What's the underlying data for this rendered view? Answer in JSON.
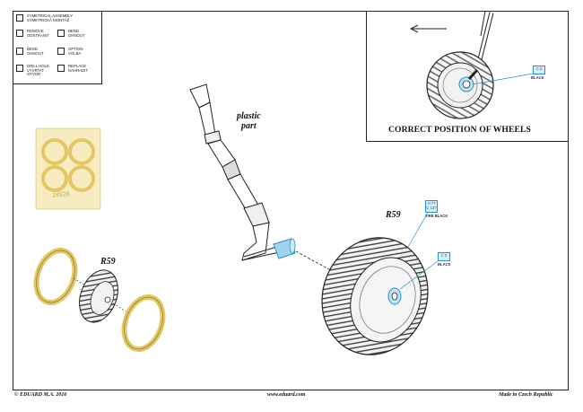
{
  "legend": {
    "items": [
      {
        "label_a": "SYMETRICAL ASSEMBLY",
        "label_b": "SYMETRICKÁ MONTÁŽ"
      },
      {
        "label_a": "REMOVE",
        "label_b": "ODSTRANIT"
      },
      {
        "label_a": "BEND",
        "label_b": "OHNOUT"
      },
      {
        "label_a": "BEND",
        "label_b": "OHNOUT"
      },
      {
        "label_a": "OPTION",
        "label_b": "VOLBA"
      },
      {
        "label_a": "DRILL HOLE",
        "label_b": "VYVRTAT OTVOR"
      },
      {
        "label_a": "REPLACE",
        "label_b": "NAHRADIT"
      }
    ]
  },
  "inset": {
    "caption": "CORRECT POSITION OF WHEELS",
    "callout": {
      "code": "C 2",
      "label": "BLACK"
    }
  },
  "main": {
    "plastic_label_line1": "plastic",
    "plastic_label_line2": "part",
    "part_left": "R59",
    "part_right": "R59",
    "mask_number": "JX526",
    "callout_tire": {
      "code1": "H 77",
      "code2": "C 137",
      "label": "TIRE BLACK"
    },
    "callout_hub": {
      "code": "C 2",
      "label": "BLACK"
    }
  },
  "footer": {
    "copyright": "© EDUARD  M.A.  2016",
    "website": "www.eduard.com",
    "made_in": "Made in Czech Republic"
  }
}
